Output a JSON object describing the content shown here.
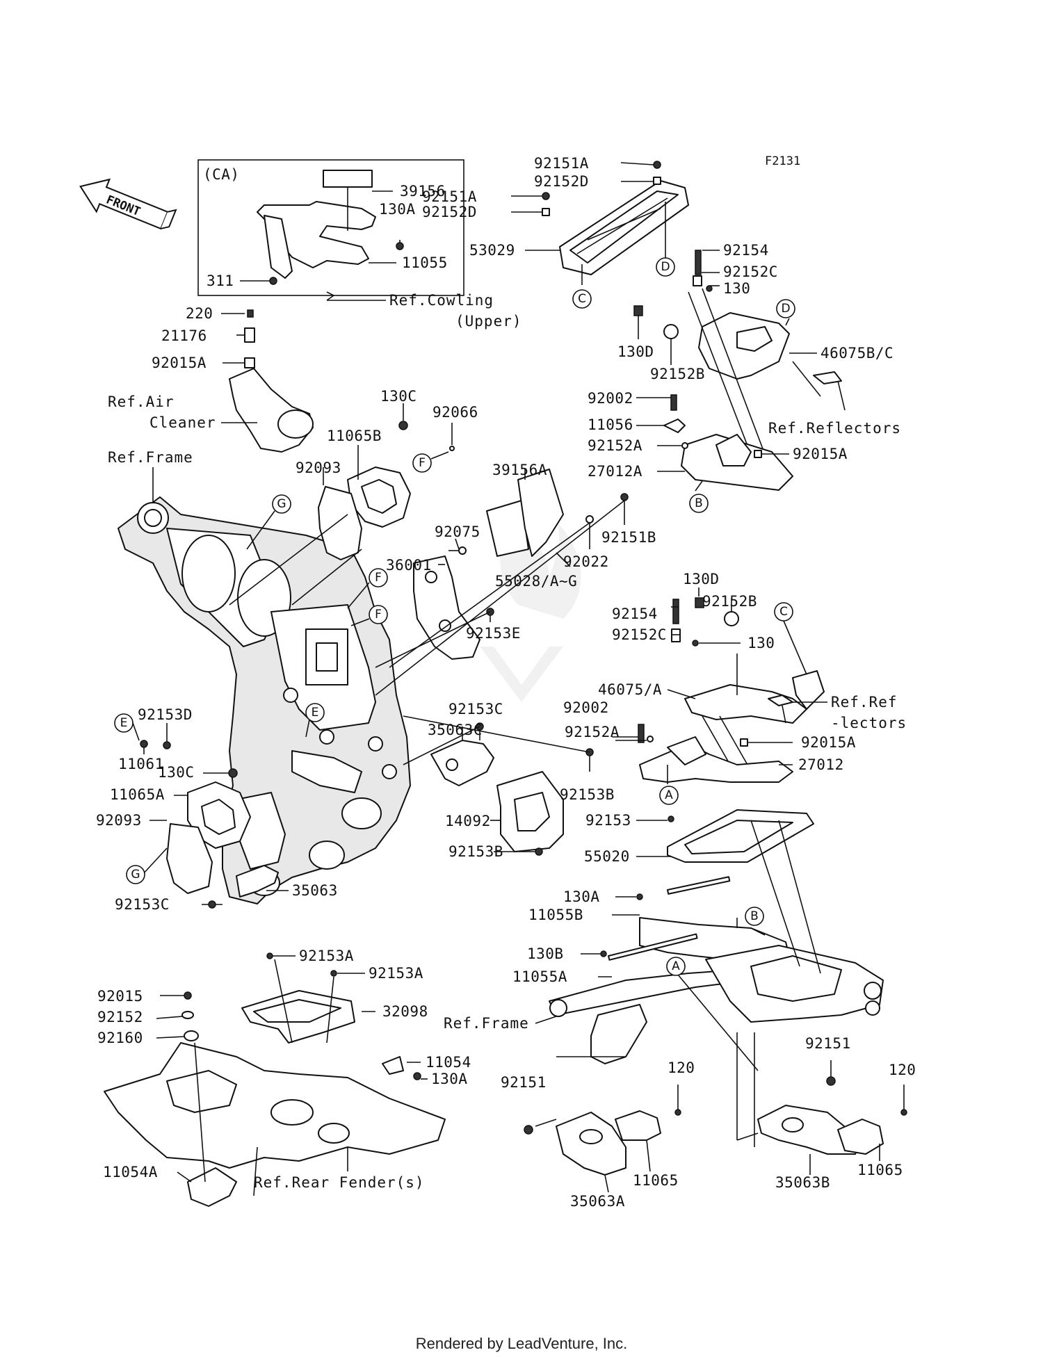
{
  "diagram_code": "F2131",
  "front_arrow": "FRONT",
  "inset_label": "(CA)",
  "footer": "Rendered by LeadVenture, Inc.",
  "labels": {
    "l39156": "39156",
    "l130A_ca": "130A",
    "l11055_ca": "11055",
    "l311": "311",
    "ref_cowling_1": "Ref.Cowling",
    "ref_cowling_2": "(Upper)",
    "l220": "220",
    "l21176": "21176",
    "l92015A": "92015A",
    "ref_air_1": "Ref.Air",
    "ref_air_2": "Cleaner",
    "ref_frame_top": "Ref.Frame",
    "l130C_top": "130C",
    "l11065B": "11065B",
    "l92066": "92066",
    "l92093_top": "92093",
    "l39156A": "39156A",
    "l92075": "92075",
    "l36001": "36001",
    "l92022": "92022",
    "l92151B": "92151B",
    "l55028": "55028/A~G",
    "l92153E": "92153E",
    "l92153D": "92153D",
    "l11061": "11061",
    "l35063C": "35063C",
    "l92153C_mid": "92153C",
    "l92153B_a": "92153B",
    "l14092": "14092",
    "l92153B_b": "92153B",
    "l130C_bot": "130C",
    "l11065A": "11065A",
    "l92093_bot": "92093",
    "l35063": "35063",
    "l92153C_bot": "92153C",
    "l92151A_1": "92151A",
    "l92152D_1": "92152D",
    "l92151A_2": "92151A",
    "l92152D_2": "92152D",
    "l53029": "53029",
    "l92154_top": "92154",
    "l92152C_top": "92152C",
    "l130_top": "130",
    "l130D_top": "130D",
    "l92152B_top": "92152B",
    "l46075BC": "46075B/C",
    "ref_reflectors": "Ref.Reflectors",
    "l92002_top": "92002",
    "l11056": "11056",
    "l92152A_top": "92152A",
    "l92015A_top": "92015A",
    "l27012A": "27012A",
    "l130D_mid": "130D",
    "l92152B_mid": "92152B",
    "l92154_mid": "92154",
    "l92152C_mid": "92152C",
    "l130_mid": "130",
    "l46075A": "46075/A",
    "ref_ref_1": "Ref.Ref",
    "ref_ref_2": "-lectors",
    "l92002_mid": "92002",
    "l92152A_mid": "92152A",
    "l92015A_mid": "92015A",
    "l27012": "27012",
    "l92153": "92153",
    "l55020": "55020",
    "l130A_r": "130A",
    "l11055B": "11055B",
    "l130B": "130B",
    "l11055A": "11055A",
    "ref_frame_bot": "Ref.Frame",
    "l92151_r1": "92151",
    "l92151_r2": "92151",
    "l120_a": "120",
    "l120_b": "120",
    "l35063A": "35063A",
    "l11065_a": "11065",
    "l35063B": "35063B",
    "l11065_b": "11065",
    "l92153A_1": "92153A",
    "l92153A_2": "92153A",
    "l32098": "32098",
    "l92015": "92015",
    "l92152": "92152",
    "l92160": "92160",
    "l11054": "11054",
    "l130A_bot": "130A",
    "l11054A": "11054A",
    "ref_rear_fender": "Ref.Rear Fender(s)"
  },
  "circle_markers": {
    "F1": "F",
    "F2": "F",
    "F3": "F",
    "G1": "G",
    "G2": "G",
    "E1": "E",
    "E2": "E",
    "C1": "C",
    "C2": "C",
    "D1": "D",
    "D2": "D",
    "B1": "B",
    "B2": "B",
    "A1": "A",
    "A2": "A"
  }
}
